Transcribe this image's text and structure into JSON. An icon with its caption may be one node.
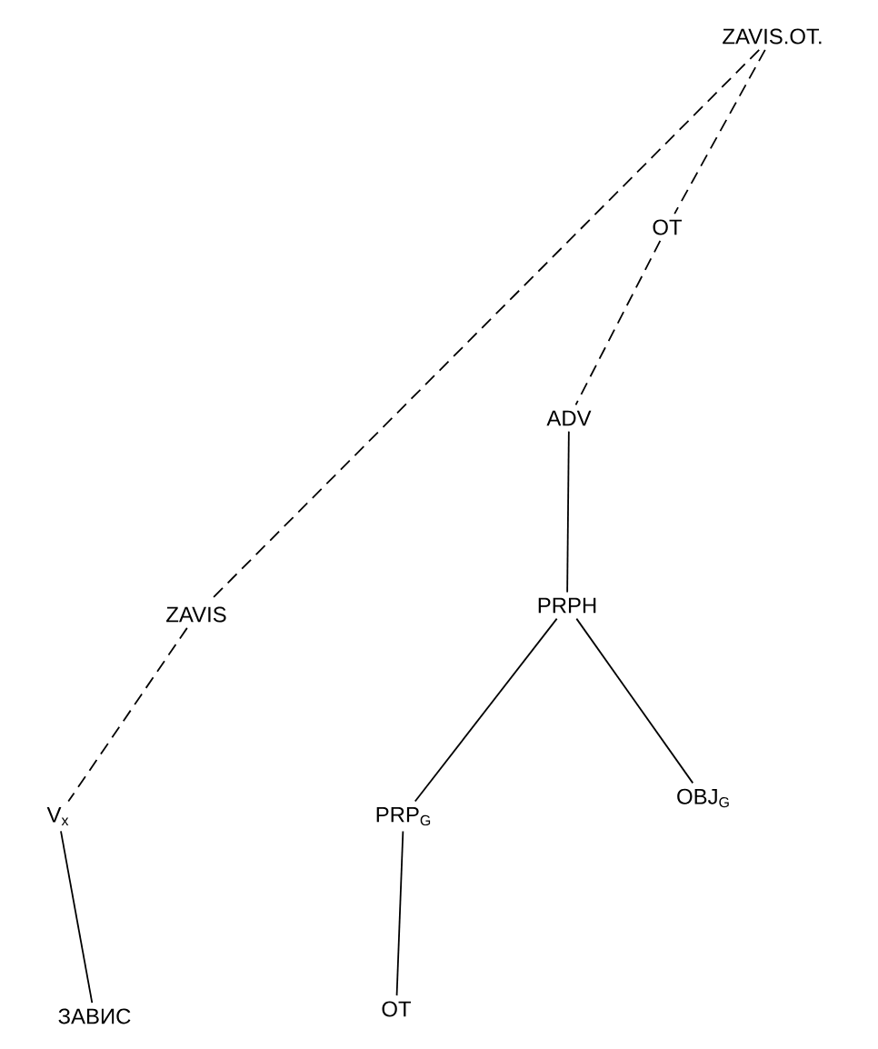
{
  "diagram": {
    "nodes": [
      {
        "text": [
          "ZAVIS.OT."
        ]
      },
      {
        "text": [
          "OT"
        ]
      },
      {
        "text": [
          "ADV"
        ]
      },
      {
        "text": [
          "ZAVIS"
        ]
      },
      {
        "text": [
          "PRPH"
        ]
      },
      {
        "text": [
          "V$_{x}$"
        ]
      },
      {
        "text": [
          "PRP$_{G}$"
        ]
      },
      {
        "text": [
          "OBJ$_{G}$"
        ]
      },
      {
        "text": [
          "ЗАВИС"
        ]
      },
      {
        "text": [
          "OT"
        ]
      }
    ],
    "edges": [
      {
        "from": 0,
        "to": 3,
        "arrow": "none",
        "style": "dashed"
      },
      {
        "from": 0,
        "to": 1,
        "arrow": "none",
        "style": "dashed"
      },
      {
        "from": 1,
        "to": 2,
        "arrow": "none",
        "style": "dashed"
      },
      {
        "from": 2,
        "to": 4,
        "arrow": "none"
      },
      {
        "from": 3,
        "to": 5,
        "arrow": "none",
        "style": "dashed"
      },
      {
        "from": 4,
        "to": 6,
        "arrow": "none"
      },
      {
        "from": 4,
        "to": 7,
        "arrow": "none"
      },
      {
        "from": 5,
        "to": 8,
        "arrow": "none"
      },
      {
        "from": 6,
        "to": 9,
        "arrow": "none"
      }
    ]
  }
}
